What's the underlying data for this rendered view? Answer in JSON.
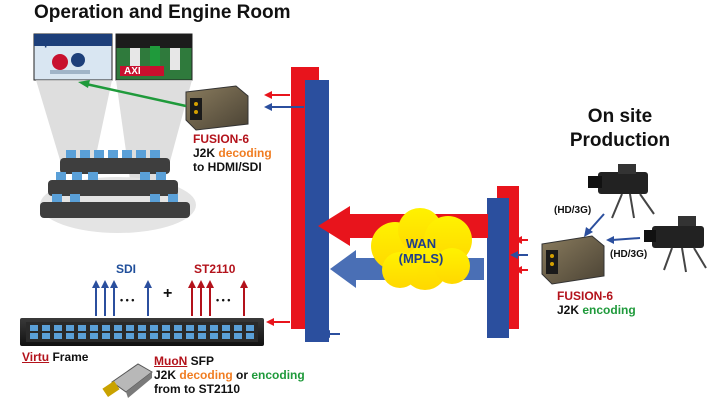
{
  "title": "Operation and Engine Room",
  "onsite": {
    "line1": "On site",
    "line2": "Production"
  },
  "fusion_top": {
    "name": "FUSION-6",
    "line2_a": "J2K ",
    "line2_b": "decoding",
    "line3": "to HDMI/SDI"
  },
  "fusion_right": {
    "name": "FUSION-6",
    "line2_a": "J2K ",
    "line2_b": "encoding"
  },
  "wan": {
    "line1": "WAN",
    "line2": "(MPLS)"
  },
  "camera_labels": {
    "cam1": "(HD/3G)",
    "cam2": "(HD/3G)"
  },
  "signals": {
    "sdi": "SDI",
    "st2110": "ST2110",
    "dots1": "• • •",
    "plus": "+",
    "dots2": "• • •"
  },
  "virtu": {
    "name": "Virtu",
    "rest": " Frame"
  },
  "muon": {
    "name": "MuoN",
    "rest": " SFP",
    "line2_a": "J2K ",
    "line2_b": "decoding",
    "line2_c": " or ",
    "line2_d": "encoding",
    "line3": "from to ST2110"
  },
  "screen_text": {
    "brand": "eplerteo",
    "sign": "AXI"
  },
  "colors": {
    "red": "#e8141c",
    "blue": "#2b4f9e",
    "orange": "#f07d22",
    "green": "#1f9a3b",
    "darkred": "#b3121b"
  }
}
